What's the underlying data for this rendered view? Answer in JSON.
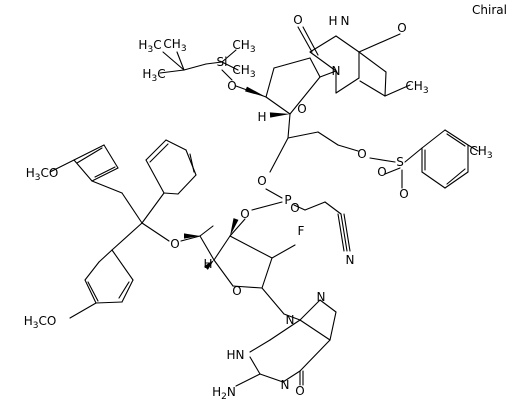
{
  "chiral_label": "Chiral",
  "atoms": [
    {
      "id": "O_ura2",
      "text": "O"
    },
    {
      "id": "NH_ura",
      "text": "H"
    },
    {
      "id": "N_ura3",
      "text": "N"
    },
    {
      "id": "O_ura4",
      "text": "O"
    },
    {
      "id": "N_ura1",
      "text": "N"
    },
    {
      "id": "CH3_thy",
      "text": "CH3"
    },
    {
      "id": "Si",
      "text": "Si"
    },
    {
      "id": "O_si",
      "text": "O"
    },
    {
      "id": "O_ring1",
      "text": "O"
    },
    {
      "id": "H_c4",
      "text": "H"
    },
    {
      "id": "O_ts",
      "text": "O"
    },
    {
      "id": "S",
      "text": "S"
    },
    {
      "id": "O_s1",
      "text": "O"
    },
    {
      "id": "O_s2",
      "text": "O"
    },
    {
      "id": "O_p1",
      "text": "O"
    },
    {
      "id": "P",
      "text": "P"
    },
    {
      "id": "O_p2",
      "text": "O"
    },
    {
      "id": "O_p3",
      "text": "O"
    },
    {
      "id": "N_cn",
      "text": "N"
    },
    {
      "id": "F",
      "text": "F"
    },
    {
      "id": "O_dmt",
      "text": "O"
    },
    {
      "id": "O_ring2",
      "text": "O"
    },
    {
      "id": "H_c4b",
      "text": "H"
    },
    {
      "id": "N9",
      "text": "N"
    },
    {
      "id": "N7",
      "text": "N"
    },
    {
      "id": "NH_g",
      "text": "N"
    },
    {
      "id": "H_g",
      "text": "H"
    },
    {
      "id": "N_g1",
      "text": "N"
    },
    {
      "id": "O_g6",
      "text": "O"
    },
    {
      "id": "NH2",
      "text": "H2N"
    },
    {
      "id": "OMe1",
      "text": "H3CO"
    },
    {
      "id": "OMe2",
      "text": "H3CO"
    },
    {
      "id": "Me_tbs1",
      "text": "H3C"
    },
    {
      "id": "Me_tbs2",
      "text": "H3C"
    },
    {
      "id": "Me_tbs3",
      "text": "CH3"
    },
    {
      "id": "Me_si1",
      "text": "CH3"
    },
    {
      "id": "Me_si2",
      "text": "CH3"
    },
    {
      "id": "Me_tol",
      "text": "CH3"
    }
  ]
}
